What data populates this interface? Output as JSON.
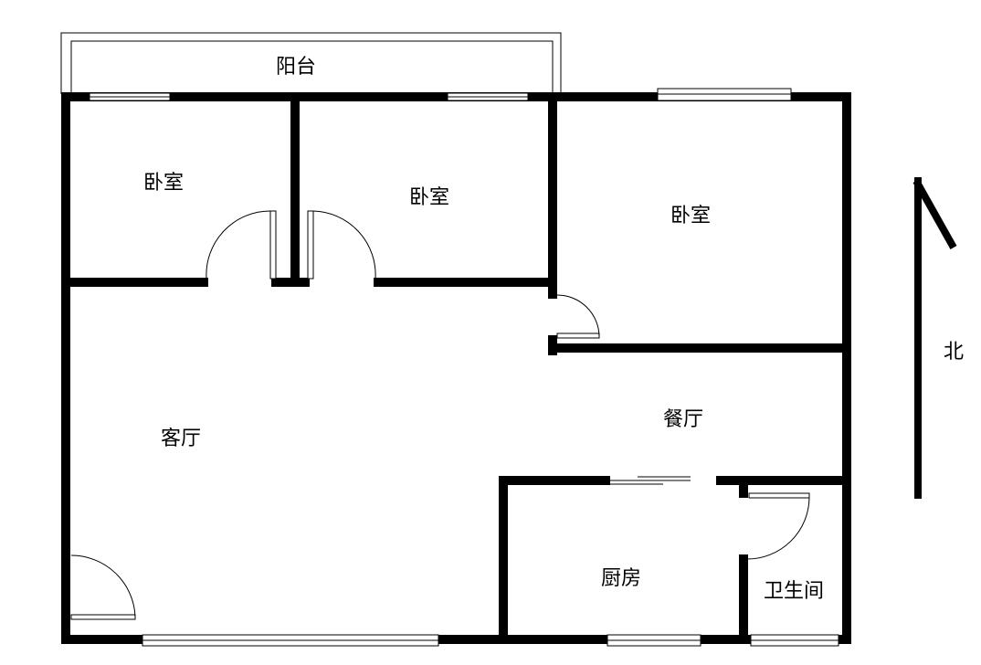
{
  "plan": {
    "colors": {
      "background": "#ffffff",
      "wall": "#000000",
      "thin": "#000000",
      "window_fill": "#ffffff"
    },
    "rooms": {
      "balcony": "阳台",
      "bedroom_1": "卧室",
      "bedroom_2": "卧室",
      "bedroom_3": "卧室",
      "living_room": "客厅",
      "dining_room": "餐厅",
      "kitchen": "厨房",
      "bathroom": "卫生间"
    },
    "compass": {
      "label": "北",
      "icon": "north-arrow-icon"
    }
  }
}
